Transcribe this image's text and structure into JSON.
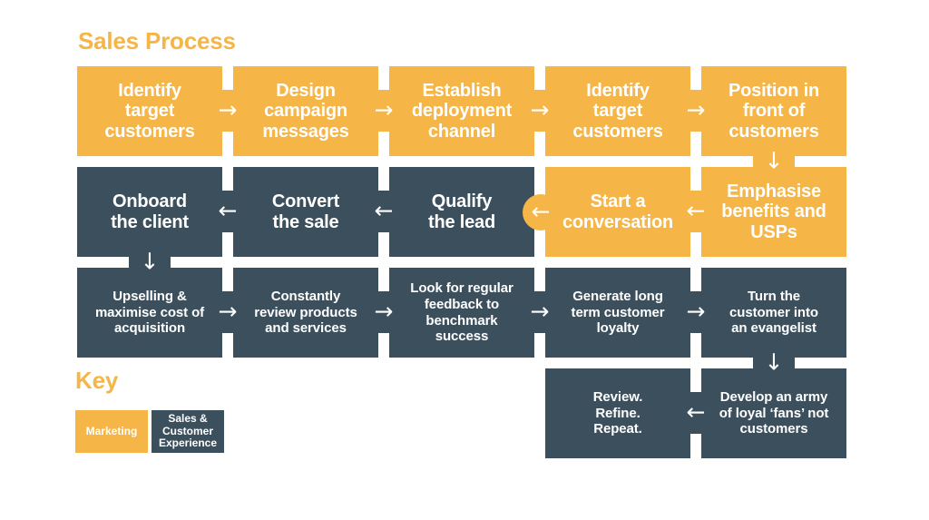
{
  "title": "Sales Process",
  "colors": {
    "marketing_orange": "#F5B547",
    "sales_slate": "#3B4F5D",
    "arrow_white": "#FFFFFF",
    "background": "#FFFFFF"
  },
  "icons": {
    "arrow_right": "→",
    "arrow_left": "←",
    "arrow_down": "↓"
  },
  "blocks": [
    {
      "label": "Identify\ntarget\ncustomers",
      "team": "Marketing"
    },
    {
      "label": "Design\ncampaign\nmessages",
      "team": "Marketing"
    },
    {
      "label": "Establish\ndeployment\nchannel",
      "team": "Marketing"
    },
    {
      "label": "Identify\ntarget\ncustomers",
      "team": "Marketing"
    },
    {
      "label": "Position in\nfront of\ncustomers",
      "team": "Marketing"
    },
    {
      "label": "Onboard\nthe client",
      "team": "Sales & Customer Experience"
    },
    {
      "label": "Convert\nthe sale",
      "team": "Sales & Customer Experience"
    },
    {
      "label": "Qualify\nthe lead",
      "team": "Sales & Customer Experience"
    },
    {
      "label": "Start a\nconversation",
      "team": "Marketing"
    },
    {
      "label": "Emphasise\nbenefits and\nUSPs",
      "team": "Marketing"
    },
    {
      "label": "Upselling &\nmaximise cost of\nacquisition",
      "team": "Sales & Customer Experience"
    },
    {
      "label": "Constantly\nreview products\nand services",
      "team": "Sales & Customer Experience"
    },
    {
      "label": "Look for regular\nfeedback to\nbenchmark\nsuccess",
      "team": "Sales & Customer Experience"
    },
    {
      "label": "Generate long\nterm customer\nloyalty",
      "team": "Sales & Customer Experience"
    },
    {
      "label": "Turn the\ncustomer into\nan evangelist",
      "team": "Sales & Customer Experience"
    },
    {
      "label": "Review.\nRefine.\nRepeat.",
      "team": "Sales & Customer Experience"
    },
    {
      "label": "Develop an army\nof loyal ‘fans’ not\ncustomers",
      "team": "Sales & Customer Experience"
    }
  ],
  "key": {
    "heading": "Key",
    "items": [
      {
        "label": "Marketing",
        "color": "#F5B547"
      },
      {
        "label": "Sales &\nCustomer\nExperience",
        "color": "#3B4F5D"
      }
    ]
  }
}
